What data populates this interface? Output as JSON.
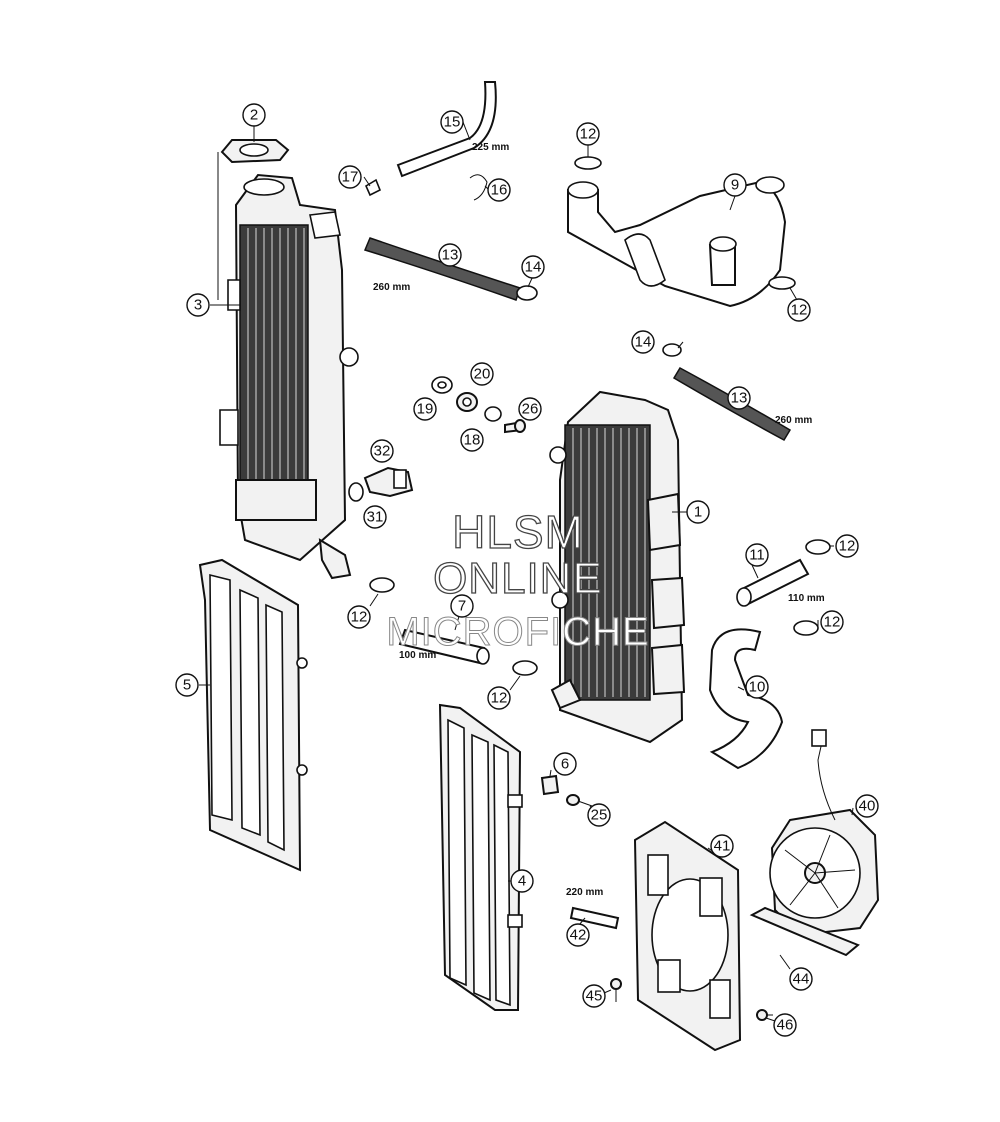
{
  "watermark": {
    "line1": "HLSM",
    "line2": "ONLINE",
    "line3": "MICROFICHE"
  },
  "dimensions": {
    "hose_15": "225 mm",
    "hose_13_top": "260 mm",
    "hose_13_right": "260 mm",
    "hose_11": "110 mm",
    "hose_7": "100 mm",
    "hose_42": "220 mm"
  },
  "callouts": {
    "c2": "2",
    "c3": "3",
    "c15": "15",
    "c17": "17",
    "c16": "16",
    "c13a": "13",
    "c14a": "14",
    "c12a": "12",
    "c9": "9",
    "c12b": "12",
    "c14b": "14",
    "c13b": "13",
    "c20": "20",
    "c19": "19",
    "c26": "26",
    "c18": "18",
    "c32": "32",
    "c31": "31",
    "c1": "1",
    "c11": "11",
    "c12c": "12",
    "c12d": "12",
    "c12e": "12",
    "c7": "7",
    "c12f": "12",
    "c10": "10",
    "c5": "5",
    "c6": "6",
    "c25": "25",
    "c40": "40",
    "c41": "41",
    "c4": "4",
    "c42": "42",
    "c44": "44",
    "c45": "45",
    "c46": "46"
  }
}
